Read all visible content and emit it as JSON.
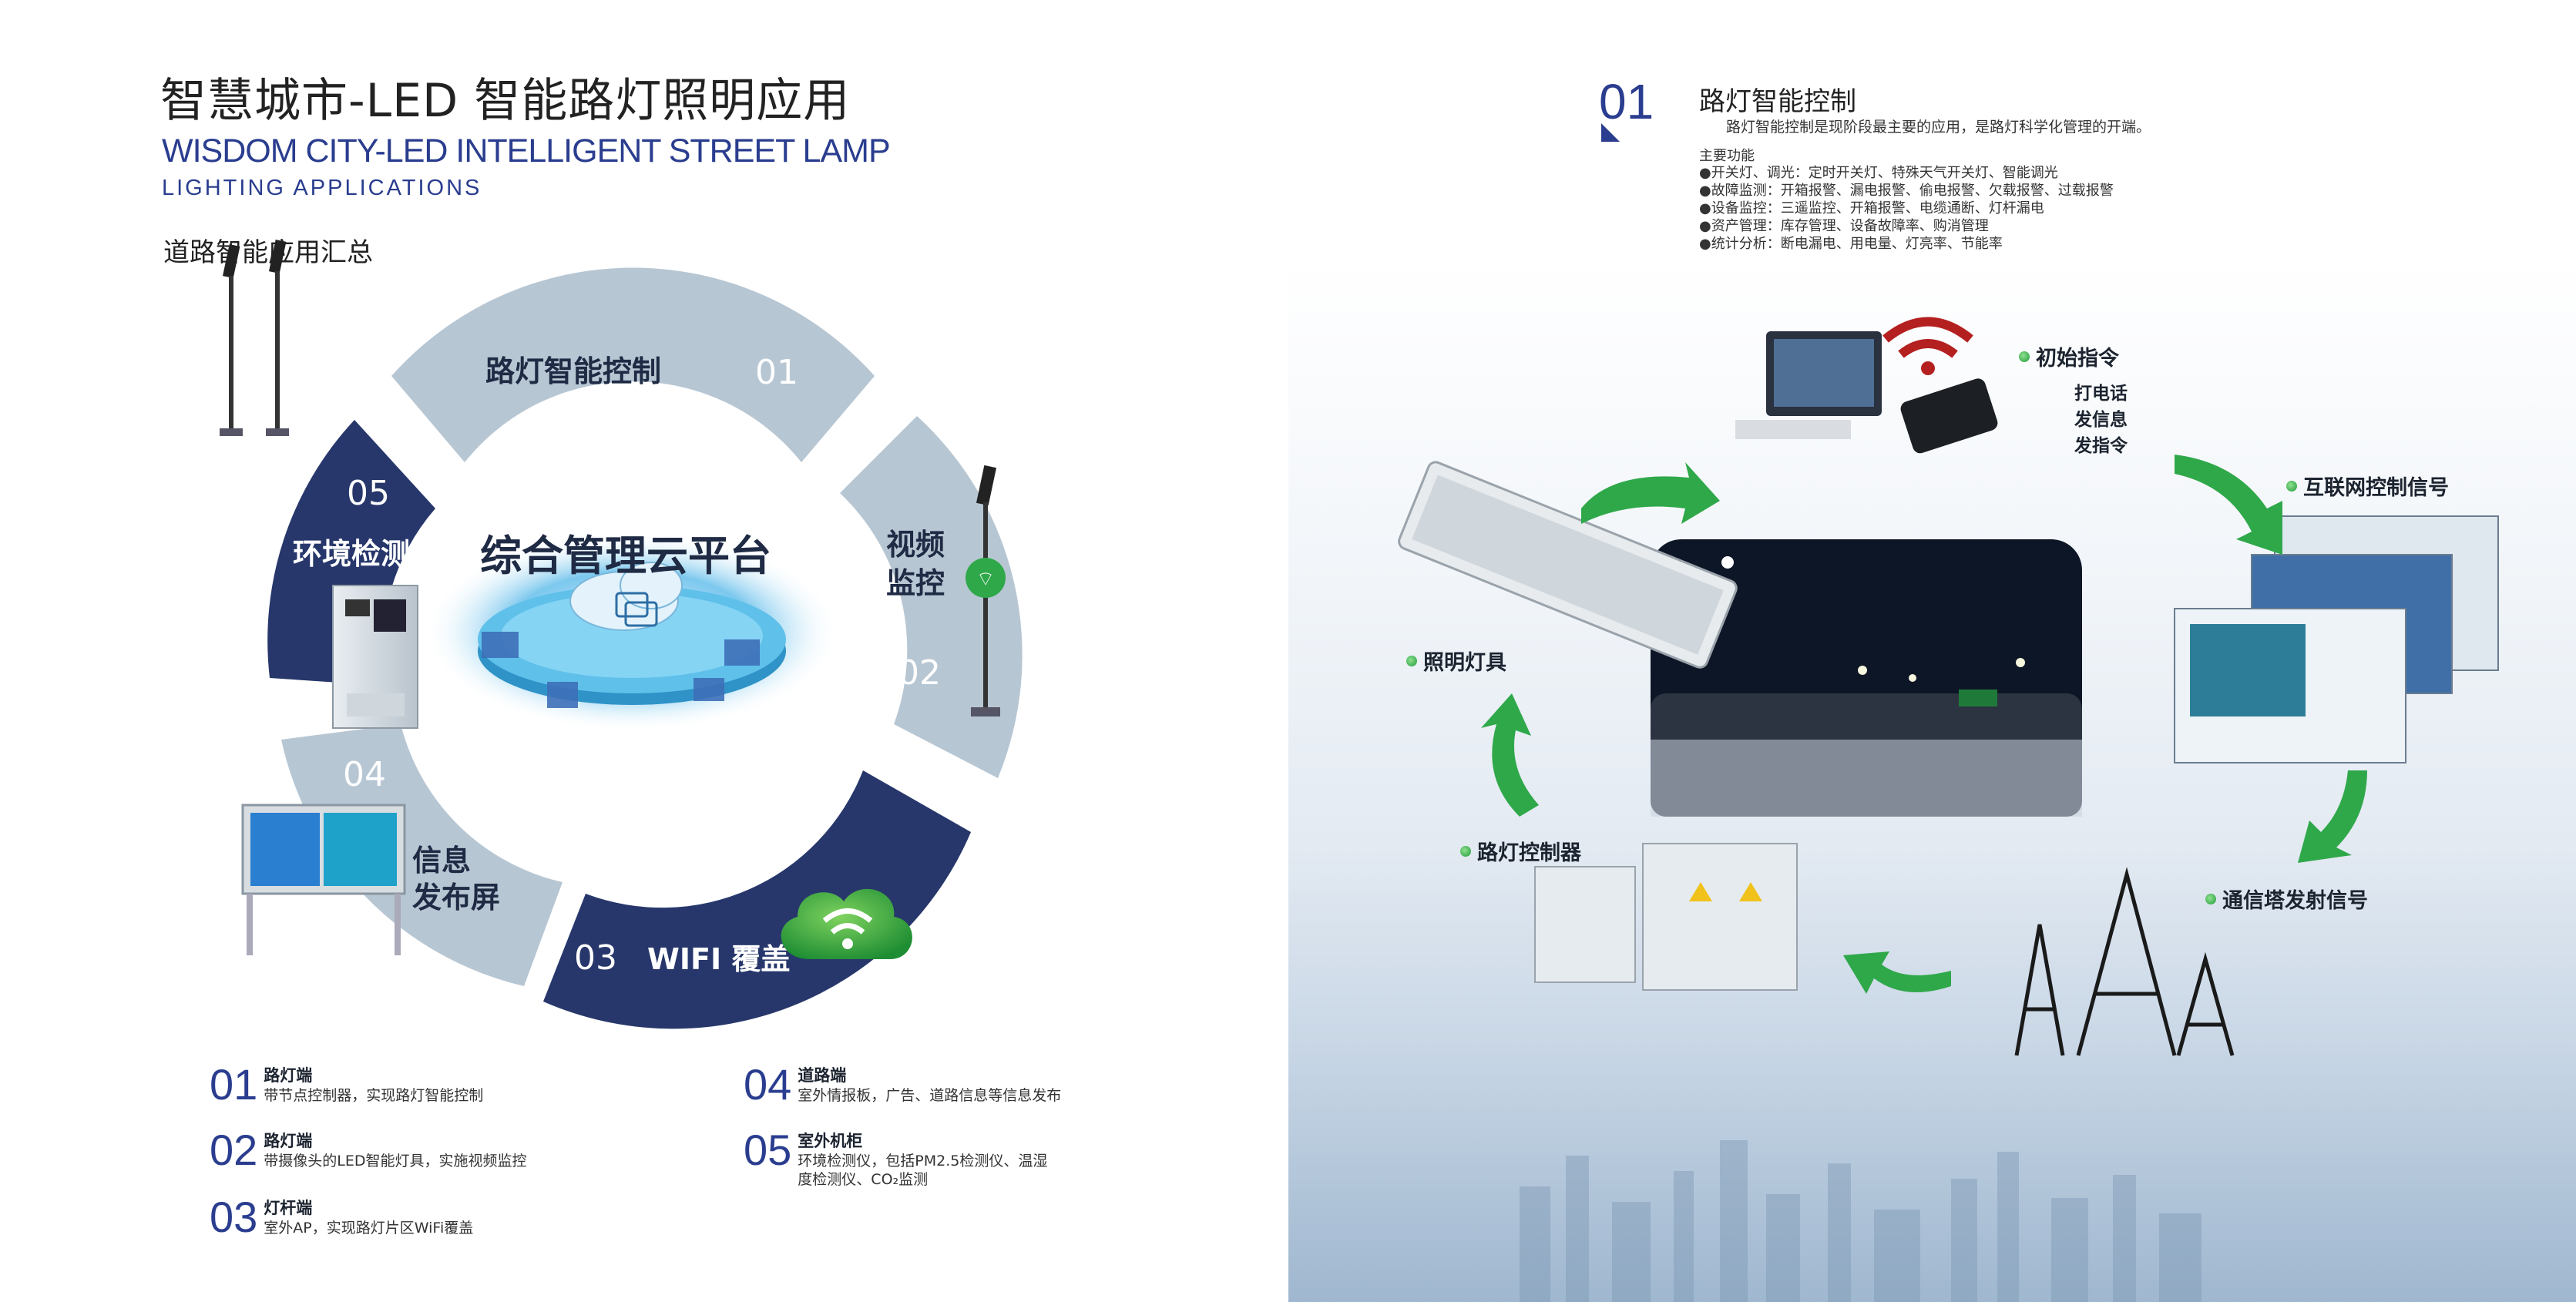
{
  "left": {
    "title_cn": "智慧城市-LED 智能路灯照明应用",
    "title_en": "WISDOM CITY-LED INTELLIGENT STREET LAMP",
    "title_en_sub": "LIGHTING APPLICATIONS",
    "subhead": "道路智能应用汇总",
    "center_title": "综合管理云平台",
    "segments": [
      {
        "num": "01",
        "label": "路灯智能控制"
      },
      {
        "num": "02",
        "label_l1": "视频",
        "label_l2": "监控"
      },
      {
        "num": "03",
        "label": "WIFI 覆盖"
      },
      {
        "num": "04",
        "label_l1": "信息",
        "label_l2": "发布屏"
      },
      {
        "num": "05",
        "label": "环境检测"
      }
    ],
    "legend": [
      {
        "num": "01",
        "title": "路灯端",
        "desc": "带节点控制器，实现路灯智能控制"
      },
      {
        "num": "02",
        "title": "路灯端",
        "desc": "带摄像头的LED智能灯具，实施视频监控"
      },
      {
        "num": "03",
        "title": "灯杆端",
        "desc": "室外AP，实现路灯片区WiFi覆盖"
      },
      {
        "num": "04",
        "title": "道路端",
        "desc": "室外情报板，广告、道路信息等信息发布"
      },
      {
        "num": "05",
        "title": "室外机柜",
        "desc_l1": "环境检测仪，包括PM2.5检测仪、温湿",
        "desc_l2": "度检测仪、CO₂监测"
      }
    ]
  },
  "right": {
    "num": "01",
    "title": "路灯智能控制",
    "intro": "路灯智能控制是现阶段最主要的应用，是路灯科学化管理的开端。",
    "features_head": "主要功能",
    "features": [
      "●开关灯、调光：定时开关灯、特殊天气开关灯、智能调光",
      "●故障监测：开箱报警、漏电报警、偷电报警、欠载报警、过载报警",
      "●设备监控：三遥监控、开箱报警、电缆通断、灯杆漏电",
      "●资产管理：库存管理、设备故障率、购消管理",
      "●统计分析：断电漏电、用电量、灯亮率、节能率"
    ],
    "diagram": {
      "init_cmd": "初始指令",
      "sub_cmds": [
        "打电话",
        "发信息",
        "发指令"
      ],
      "internet": "互联网控制信号",
      "tower": "通信塔发射信号",
      "controller": "路灯控制器",
      "lamp": "照明灯具"
    }
  },
  "colors": {
    "navy": "#2a3d8f",
    "ring_dark": "#27376b",
    "ring_light": "#b7c6d3",
    "green": "#2fa84a"
  }
}
